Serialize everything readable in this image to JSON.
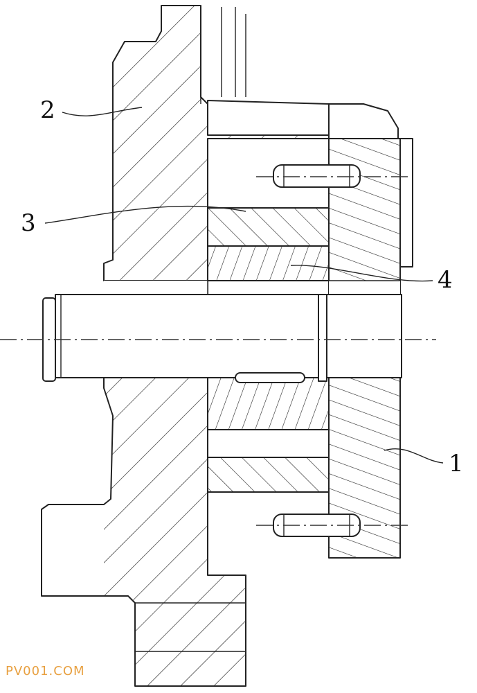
{
  "labels": {
    "part_1": "1",
    "part_2": "2",
    "part_3": "3",
    "part_4": "4"
  },
  "watermark": "PV001.COM"
}
